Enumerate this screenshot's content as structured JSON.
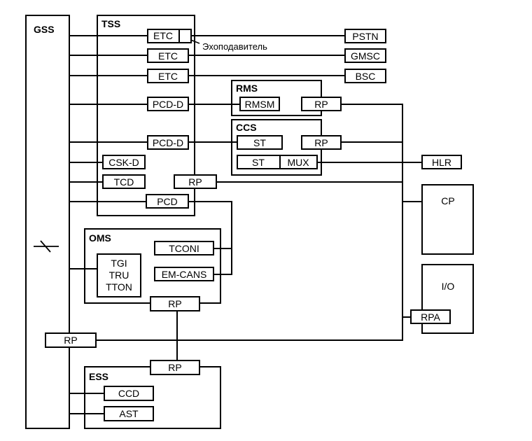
{
  "groups": {
    "gss": "GSS",
    "tss": "TSS",
    "rms": "RMS",
    "ccs": "CCS",
    "oms": "OMS",
    "ess": "ESS",
    "cp": "CP",
    "io": "I/O"
  },
  "blocks": {
    "etc1": "ETC",
    "etc2": "ETC",
    "etc3": "ETC",
    "pstn": "PSTN",
    "gmsc": "GMSC",
    "bsc": "BSC",
    "echo": "Эхоподавитель",
    "pcd_d1": "PCD-D",
    "pcd_d2": "PCD-D",
    "rmsm": "RMSM",
    "rp_rms": "RP",
    "st1": "ST",
    "st2": "ST",
    "mux": "MUX",
    "rp_ccs": "RP",
    "hlr": "HLR",
    "csk_d": "CSK-D",
    "tcd": "TCD",
    "rp_tss": "RP",
    "pcd": "PCD",
    "tconi": "TCONI",
    "em_cans": "EM-CANS",
    "tgi": "TGI",
    "tru": "TRU",
    "tton": "TTON",
    "rp_oms": "RP",
    "rp_gss": "RP",
    "rpa": "RPA",
    "rp_ess": "RP",
    "ccd": "CCD",
    "ast": "AST"
  }
}
